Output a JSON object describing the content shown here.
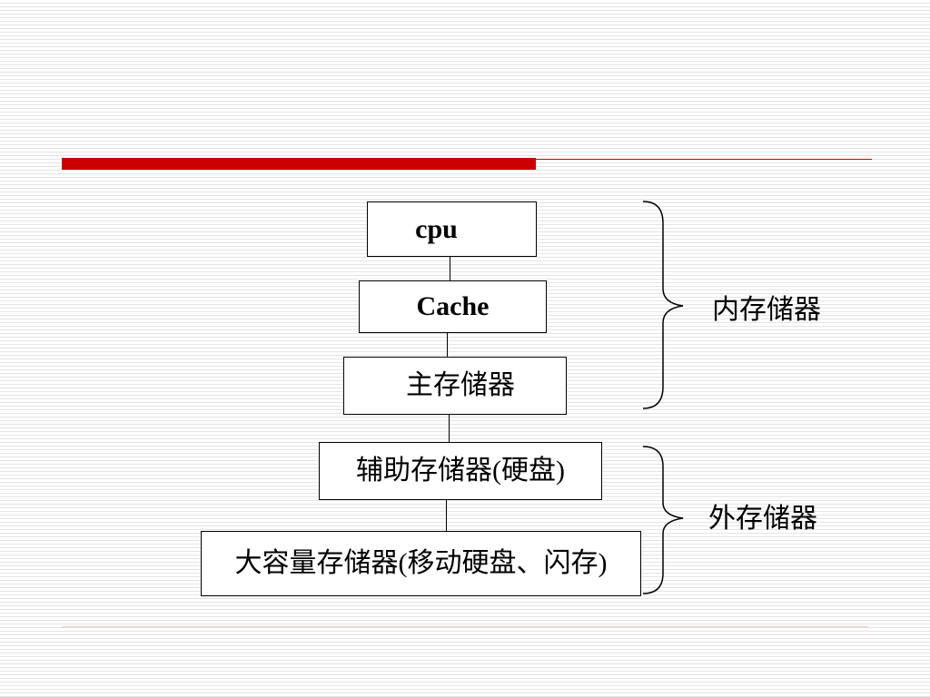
{
  "diagram": {
    "levels": [
      {
        "label": "cpu"
      },
      {
        "label": "Cache"
      },
      {
        "label": "主存储器"
      },
      {
        "label": "辅助存储器(硬盘)"
      },
      {
        "label": "大容量存储器(移动硬盘、闪存)"
      }
    ],
    "groups": [
      {
        "label": "内存储器"
      },
      {
        "label": "外存储器"
      }
    ]
  },
  "colors": {
    "accent_rule": "#cc0000",
    "box_border": "#000000",
    "background": "#ffffff"
  }
}
